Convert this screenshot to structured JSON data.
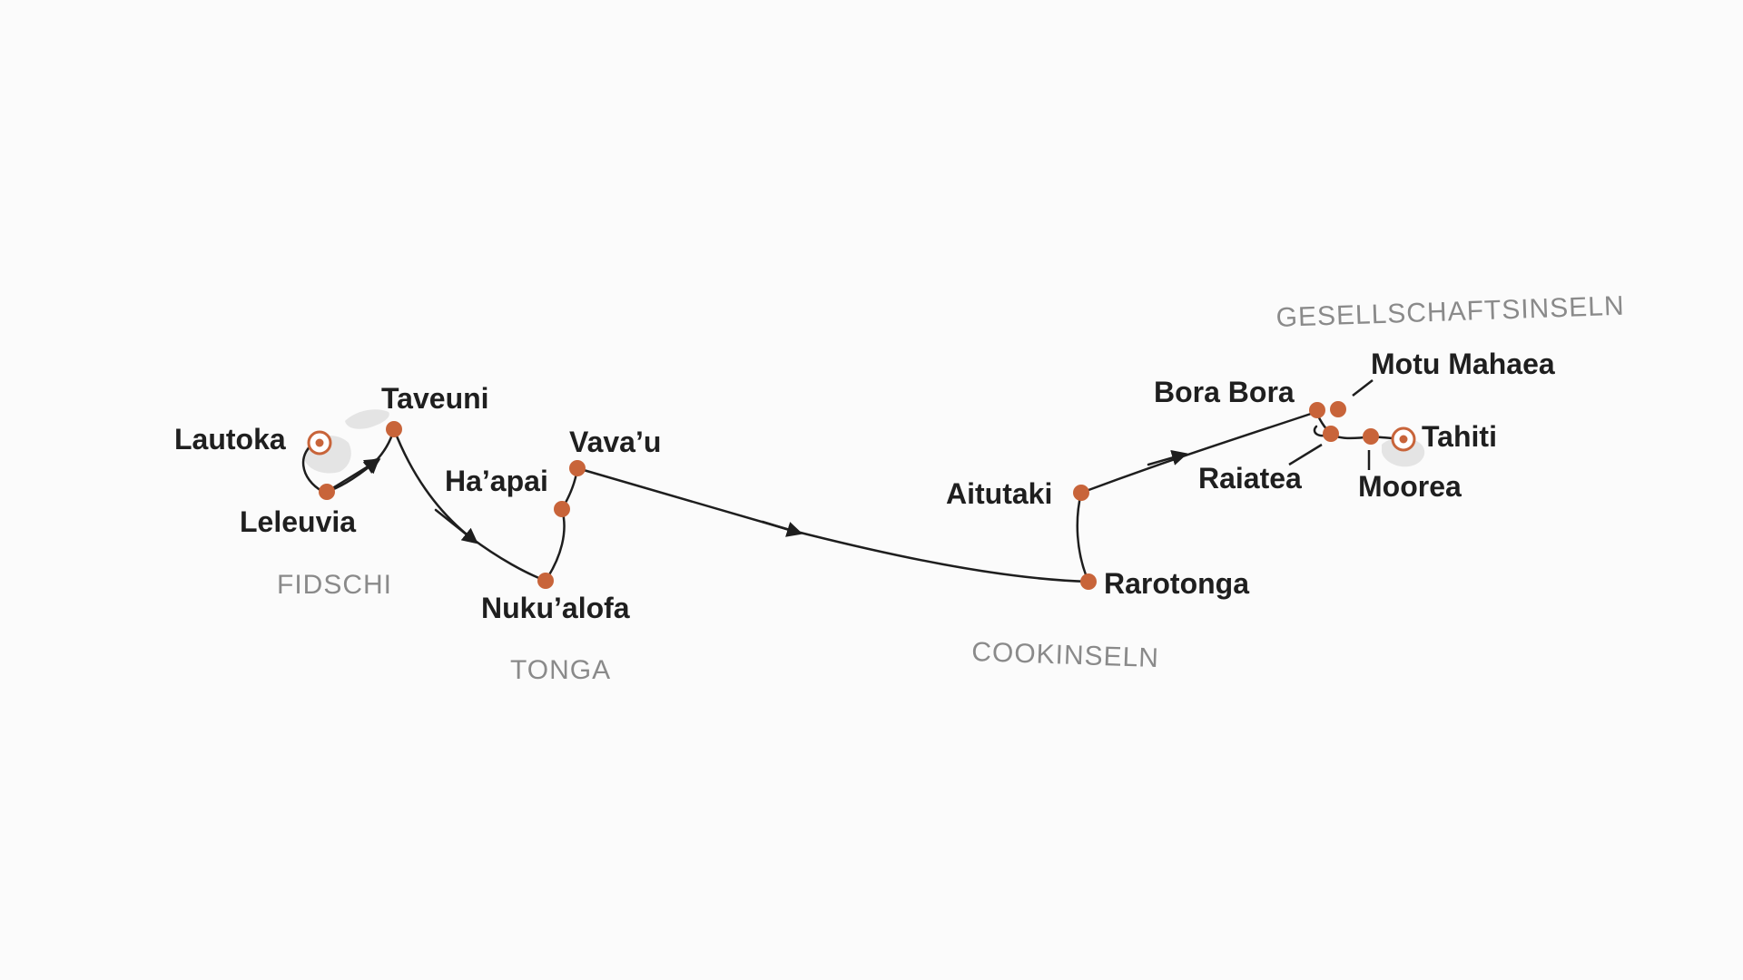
{
  "colors": {
    "background": "#fbfbfb",
    "route": "#1e1e1e",
    "port_marker": "#c8643a",
    "island": "#e4e4e4",
    "region_text": "#8a8a8a",
    "port_text": "#1f1f1f"
  },
  "regions": {
    "fidschi": "FIDSCHI",
    "tonga": "TONGA",
    "cookinseln": "COOKINSELN",
    "gesellschaftsinseln": "GESELLSCHAFTSINSELN"
  },
  "ports": {
    "lautoka": "Lautoka",
    "leleuvia": "Leleuvia",
    "taveuni": "Taveuni",
    "haapai": "Ha’apai",
    "vavau": "Vava’u",
    "nukualofa": "Nuku’alofa",
    "aitutaki": "Aitutaki",
    "rarotonga": "Rarotonga",
    "bora_bora": "Bora Bora",
    "motu_mahaea": "Motu Mahaea",
    "raiatea": "Raiatea",
    "moorea": "Moorea",
    "tahiti": "Tahiti"
  },
  "marker_types": {
    "start_end": "target-marker-icon",
    "stop": "dot-marker-icon"
  }
}
